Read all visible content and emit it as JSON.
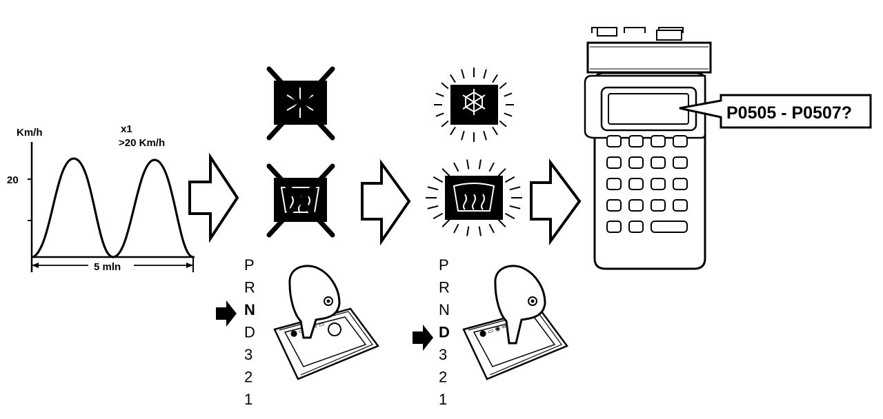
{
  "speed_graph": {
    "unit_label": "Km/h",
    "repeat_label": "x1",
    "threshold_label": ">20 Km/h",
    "y_tick_label": "20",
    "duration_label": "5 mln",
    "chart_data": {
      "type": "line",
      "x_duration_label": "5 mln",
      "y_value_label": 20,
      "peaks": 2
    }
  },
  "panel1": {
    "icons": [
      "snowflake-icon",
      "rear-defroster-icon"
    ],
    "state": "off (crossed out)"
  },
  "panel2": {
    "icons": [
      "snowflake-icon",
      "rear-defroster-icon"
    ],
    "state": "on (glowing)"
  },
  "gear_panel_1": {
    "gears": [
      "P",
      "R",
      "N",
      "D",
      "3",
      "2",
      "1"
    ],
    "selected": "N"
  },
  "gear_panel_2": {
    "gears": [
      "P",
      "R",
      "N",
      "D",
      "3",
      "2",
      "1"
    ],
    "selected": "D"
  },
  "scan_tool": {
    "code_label": "P0505 - P0507?",
    "keypad_rows": 5
  }
}
